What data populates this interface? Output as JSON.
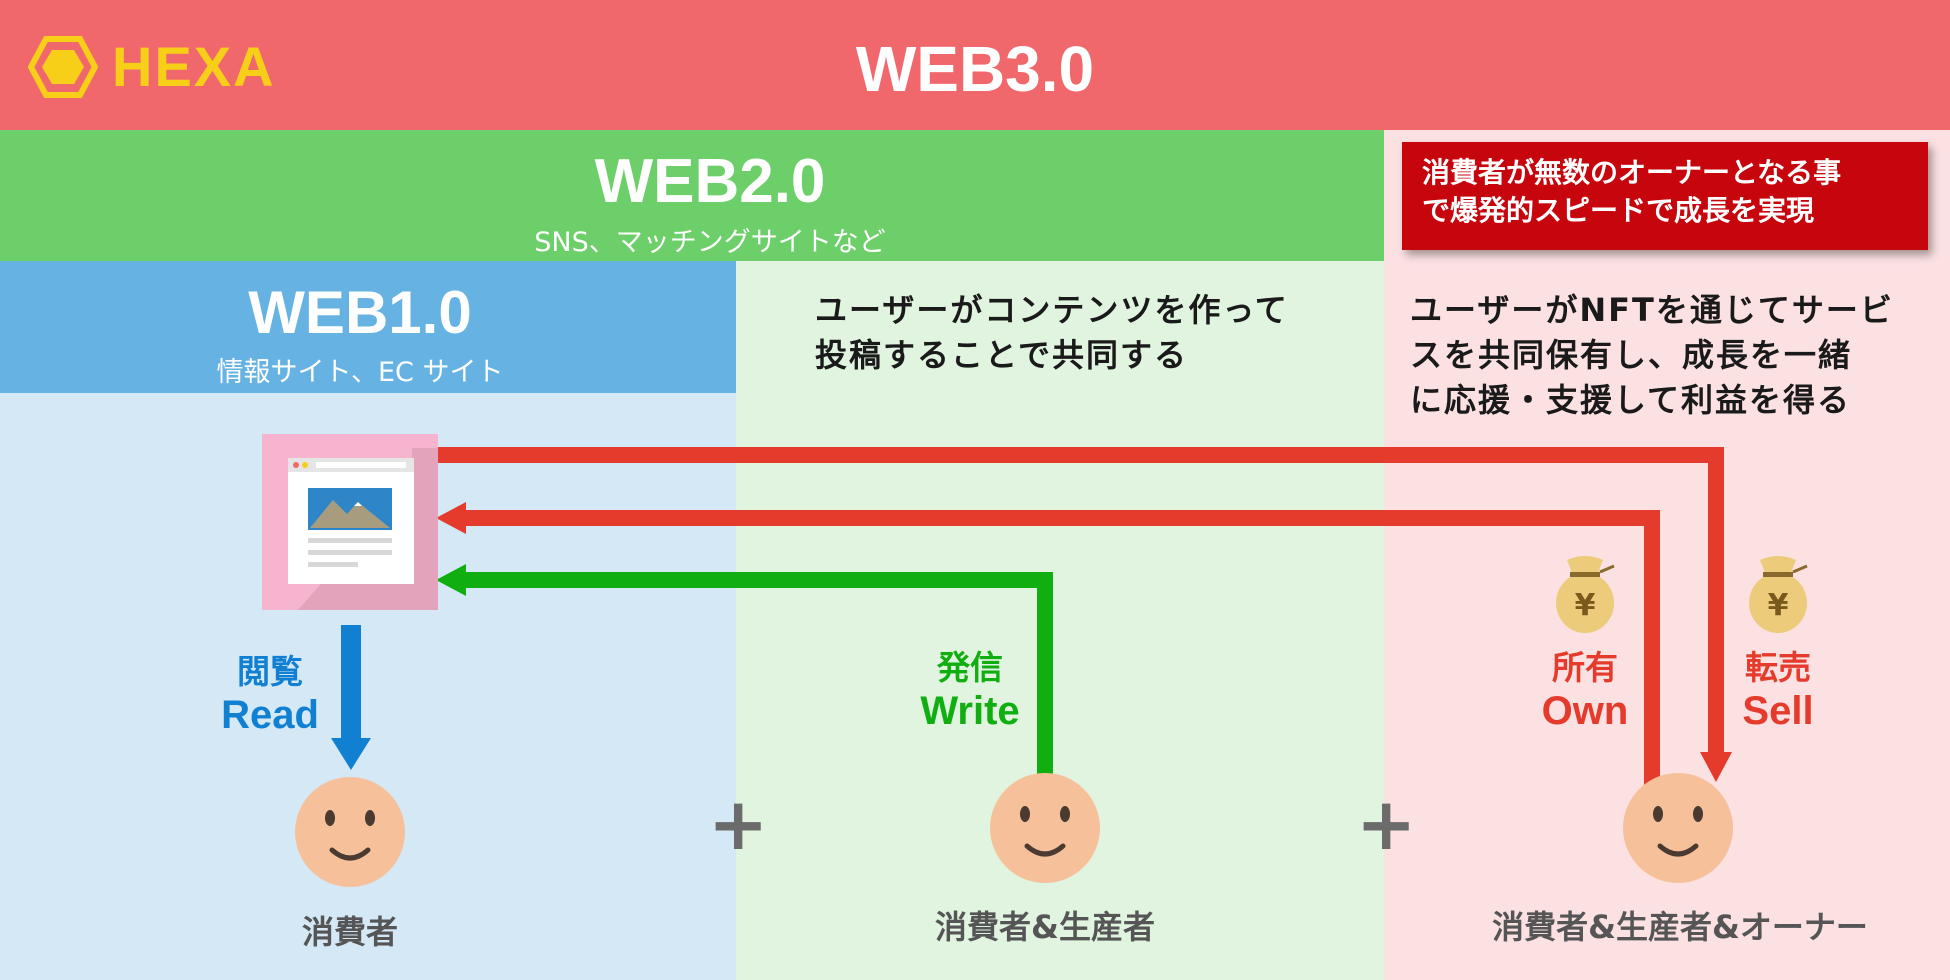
{
  "header": {
    "logo_text": "HEXA",
    "title": "WEB3.0"
  },
  "web2": {
    "title": "WEB2.0",
    "subtitle": "SNS、マッチングサイトなど",
    "description_lines": [
      "ユーザーがコンテンツを作って",
      "投稿することで共同する"
    ],
    "action_jp": "発信",
    "action_en": "Write"
  },
  "web1": {
    "title": "WEB1.0",
    "subtitle": "情報サイト、EC サイト",
    "action_jp": "閲覧",
    "action_en": "Read"
  },
  "web3": {
    "callout_lines": [
      "消費者が無数のオーナーとなる事",
      "で爆発的スピードで成長を実現"
    ],
    "description_lines": [
      "ユーザーがNFTを通じてサービ",
      "スを共同保有し、成長を一緒",
      "に応援・支援して利益を得る"
    ],
    "own_jp": "所有",
    "own_en": "Own",
    "sell_jp": "転売",
    "sell_en": "Sell",
    "currency_symbol": "¥"
  },
  "people": {
    "consumer": "消費者",
    "consumer_producer": "消費者&生産者",
    "consumer_producer_owner": "消費者&生産者&オーナー"
  },
  "plus_symbol": "+",
  "colors": {
    "web3": "#f0686c",
    "web2": "#6ccf69",
    "web1": "#66b2e2",
    "read_arrow": "#1280d2",
    "write_arrow": "#10ae10",
    "own_sell_arrow": "#e53b2c",
    "callout": "#c7050d",
    "face": "#f6c09b"
  }
}
